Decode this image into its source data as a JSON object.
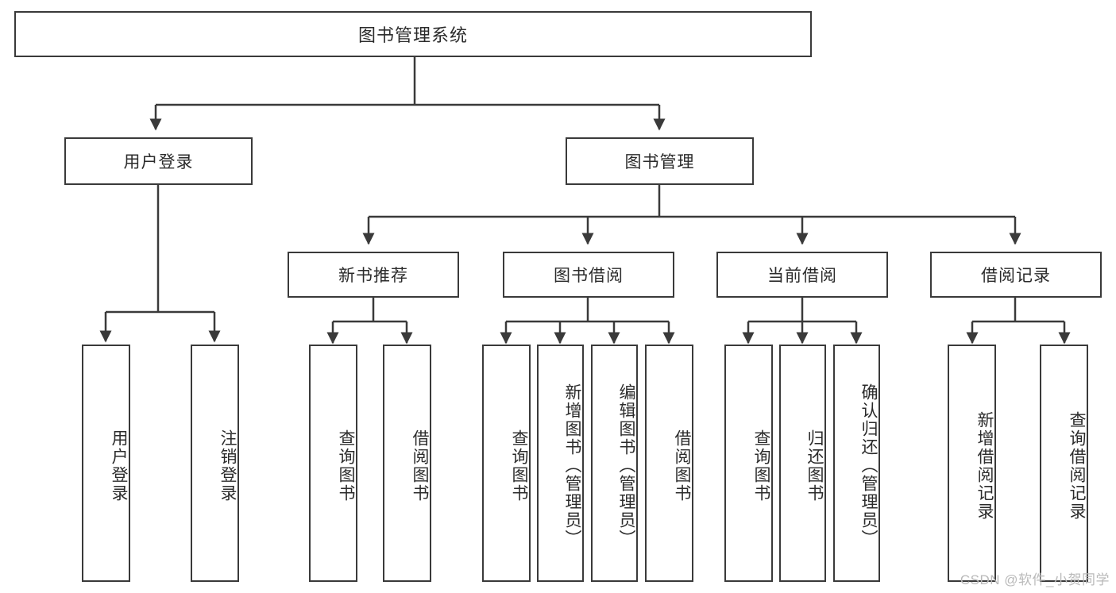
{
  "diagram": {
    "title": "图书管理系统",
    "type": "tree",
    "stroke_color": "#3a3a3a",
    "fill_color": "#ffffff",
    "text_color": "#2b2b2b",
    "root": {
      "id": "root",
      "label": "图书管理系统"
    },
    "level2": [
      {
        "id": "user-login",
        "label": "用户登录"
      },
      {
        "id": "book-manage",
        "label": "图书管理"
      }
    ],
    "level3": [
      {
        "id": "new-book-rec",
        "label": "新书推荐"
      },
      {
        "id": "book-borrow",
        "label": "图书借阅"
      },
      {
        "id": "current-borrow",
        "label": "当前借阅"
      },
      {
        "id": "borrow-record",
        "label": "借阅记录"
      }
    ],
    "leaves": [
      {
        "id": "leaf-user-login",
        "label": "用户登录",
        "parent": "user-login"
      },
      {
        "id": "leaf-logout",
        "label": "注销登录",
        "parent": "user-login"
      },
      {
        "id": "leaf-query-book-1",
        "label": "查询图书",
        "parent": "new-book-rec"
      },
      {
        "id": "leaf-borrow-book-1",
        "label": "借阅图书",
        "parent": "new-book-rec"
      },
      {
        "id": "leaf-query-book-2",
        "label": "查询图书",
        "parent": "book-borrow"
      },
      {
        "id": "leaf-add-book",
        "label": "新增图书（管理员）",
        "parent": "book-borrow"
      },
      {
        "id": "leaf-edit-book",
        "label": "编辑图书（管理员）",
        "parent": "book-borrow"
      },
      {
        "id": "leaf-borrow-book-2",
        "label": "借阅图书",
        "parent": "book-borrow"
      },
      {
        "id": "leaf-query-book-3",
        "label": "查询图书",
        "parent": "current-borrow"
      },
      {
        "id": "leaf-return-book",
        "label": "归还图书",
        "parent": "current-borrow"
      },
      {
        "id": "leaf-confirm-return",
        "label": "确认归还（管理员）",
        "parent": "current-borrow"
      },
      {
        "id": "leaf-add-record",
        "label": "新增借阅记录",
        "parent": "borrow-record"
      },
      {
        "id": "leaf-query-record",
        "label": "查询借阅记录",
        "parent": "borrow-record"
      }
    ]
  },
  "watermark": {
    "text": "CSDN @软件_小贺同学"
  }
}
